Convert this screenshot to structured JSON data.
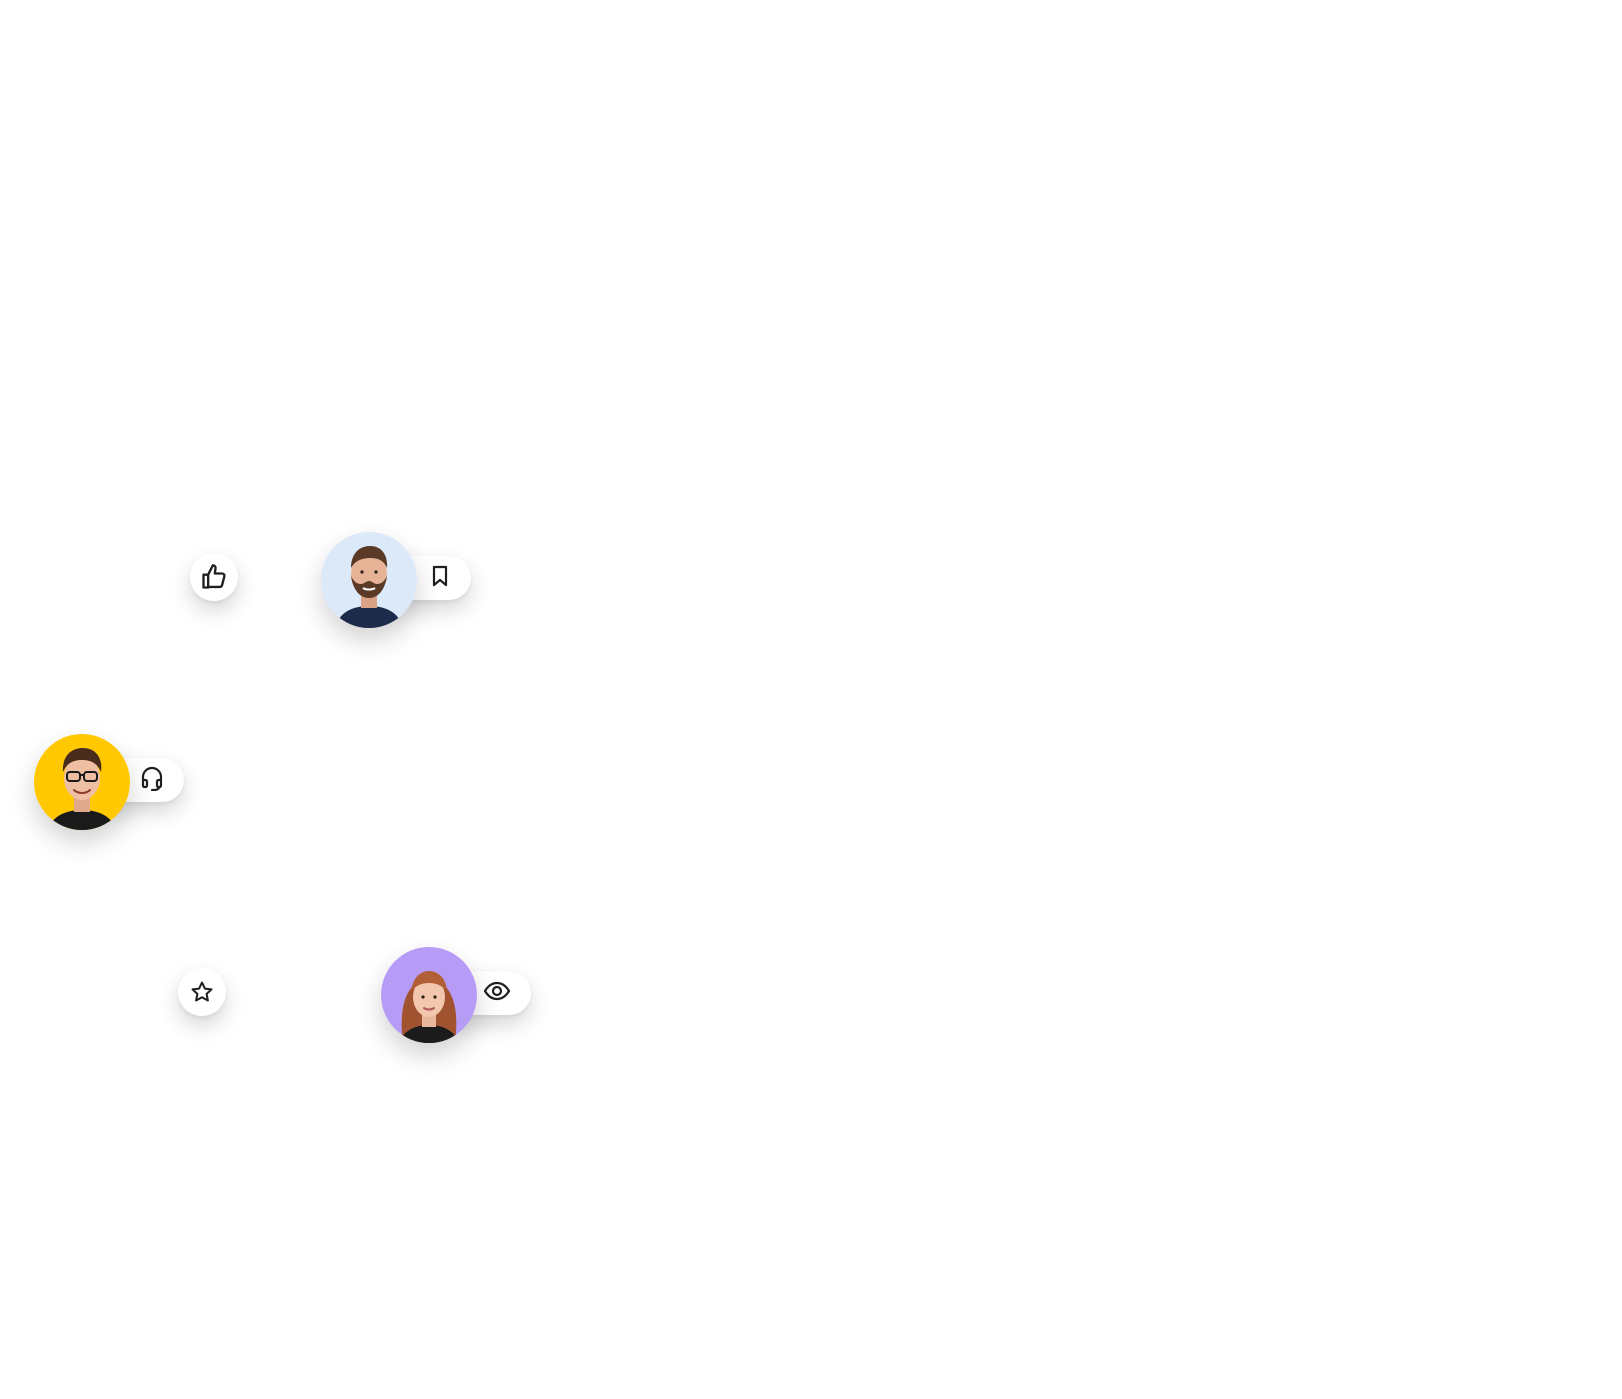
{
  "colors": {
    "background": "#ffffff",
    "icon_stroke": "#1f1f1f",
    "avatar_backgrounds": {
      "man_beard": "#dce9f8",
      "man_glasses": "#ffc800",
      "woman": "#b79cf7"
    }
  },
  "badges": [
    {
      "type": "icon-bubble",
      "icon": "thumbs-up-icon"
    },
    {
      "type": "avatar-pill",
      "avatar": "bearded-man-avatar",
      "icon": "bookmark-icon"
    },
    {
      "type": "avatar-pill",
      "avatar": "man-with-glasses-avatar",
      "icon": "headset-icon"
    },
    {
      "type": "icon-bubble",
      "icon": "star-icon"
    },
    {
      "type": "avatar-pill",
      "avatar": "red-haired-woman-avatar",
      "icon": "eye-icon"
    }
  ]
}
